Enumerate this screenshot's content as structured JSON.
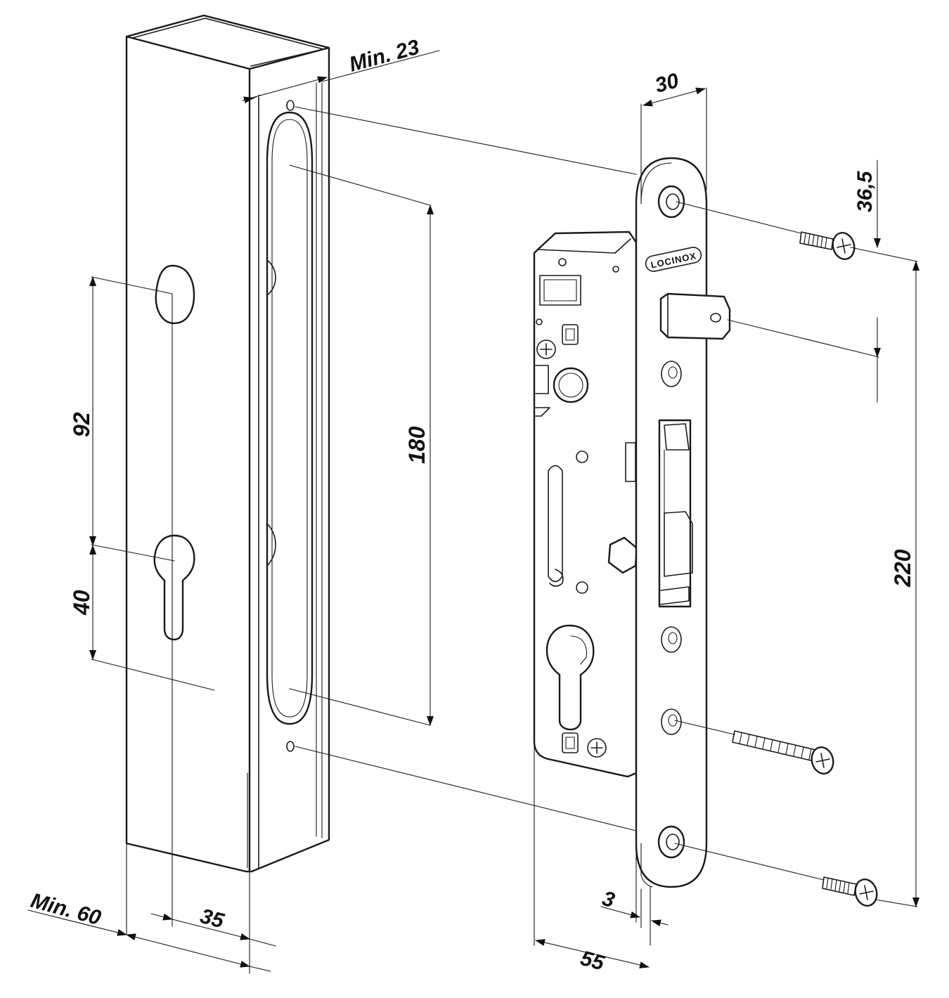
{
  "brand_logo": "LOCINOX",
  "dimensions": {
    "min_23": "Min. 23",
    "d30": "30",
    "d36_5": "36,5",
    "d220": "220",
    "d180": "180",
    "d92": "92",
    "d40": "40",
    "min_60": "Min. 60",
    "d35": "35",
    "d3": "3",
    "d55": "55"
  }
}
